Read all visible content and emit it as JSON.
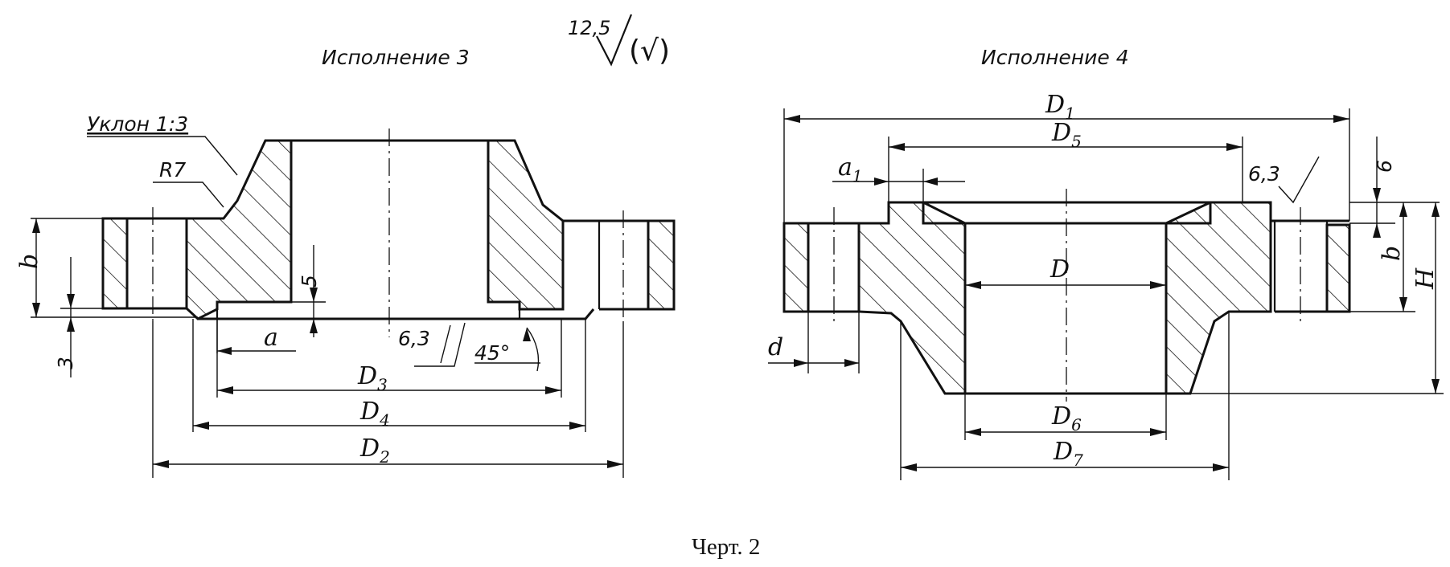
{
  "titles": {
    "left": "Исполнение 3",
    "right": "Исполнение 4"
  },
  "roughness": {
    "general": "12,5",
    "general_note": "(√)",
    "left_face": "6,3",
    "right_face": "6,3"
  },
  "notes": {
    "slope": "Уклон 1:3",
    "radius": "R7",
    "angle": "45°"
  },
  "dims_left": {
    "b": "b",
    "three": "3",
    "five": "5",
    "a": "a",
    "d3": "D",
    "d3_sub": "3",
    "d4": "D",
    "d4_sub": "4",
    "d2": "D",
    "d2_sub": "2"
  },
  "dims_right": {
    "d1": "D",
    "d1_sub": "1",
    "d5": "D",
    "d5_sub": "5",
    "a1": "a",
    "a1_sub": "1",
    "six": "6",
    "b": "b",
    "h": "H",
    "d": "D",
    "d6": "D",
    "d6_sub": "6",
    "d7": "D",
    "d7_sub": "7",
    "hole": "d"
  },
  "caption": "Черт. 2"
}
